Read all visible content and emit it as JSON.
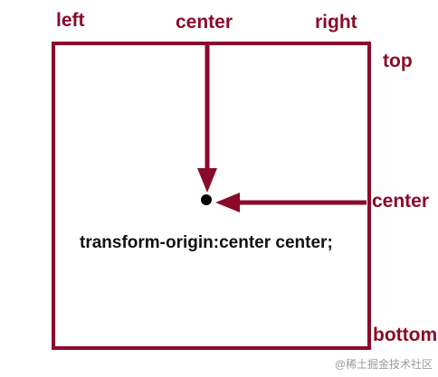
{
  "labels": {
    "left": "left",
    "center_top": "center",
    "right": "right",
    "top": "top",
    "center_right": "center",
    "bottom": "bottom"
  },
  "caption": "transform-origin:center center;",
  "watermark": "@稀土掘金技术社区",
  "colors": {
    "accent": "#8b0a2a",
    "dot": "#000000",
    "caption": "#111111",
    "watermark": "#9a9a9a"
  }
}
